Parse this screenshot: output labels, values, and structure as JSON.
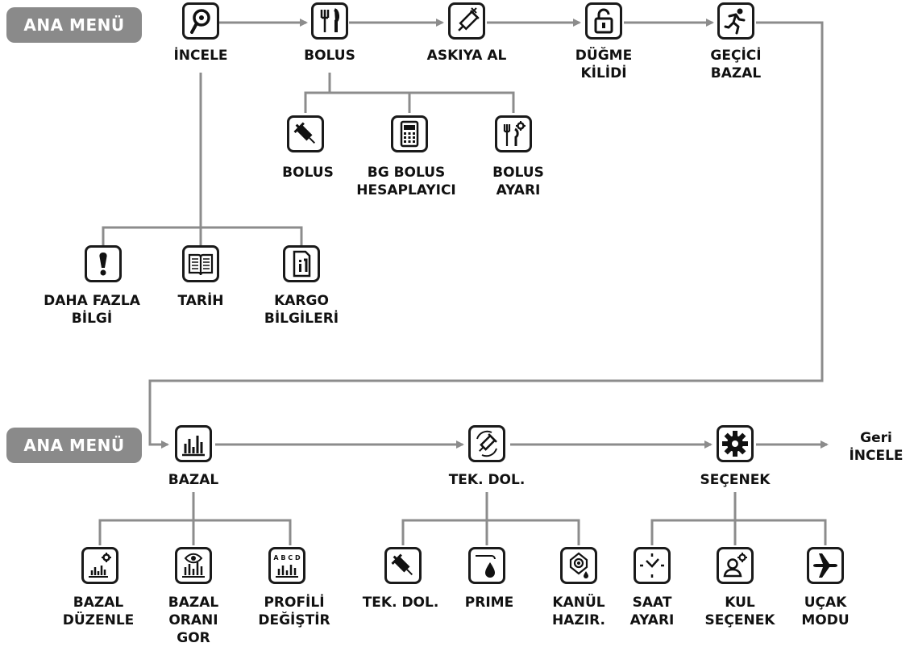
{
  "menus": [
    {
      "label": "ANA MENÜ"
    },
    {
      "label": "ANA MENÜ"
    }
  ],
  "row1": [
    {
      "icon": "magnifier-icon",
      "label": "İNCELE"
    },
    {
      "icon": "fork-knife-icon",
      "label": "BOLUS"
    },
    {
      "icon": "syringe-crossed-icon",
      "label": "ASKIYA AL"
    },
    {
      "icon": "padlock-icon",
      "label": "DÜĞME\nKİLİDİ"
    },
    {
      "icon": "runner-icon",
      "label": "GEÇİCİ\nBAZAL"
    }
  ],
  "bolus_children": [
    {
      "icon": "syringe-icon",
      "label": "BOLUS"
    },
    {
      "icon": "calculator-icon",
      "label": "BG BOLUS\nHESAPLAYICI"
    },
    {
      "icon": "fork-knife-gear-icon",
      "label": "BOLUS\nAYARI"
    }
  ],
  "incele_children": [
    {
      "icon": "exclamation-icon",
      "label": "DAHA FAZLA\nBİLGİ"
    },
    {
      "icon": "book-icon",
      "label": "TARİH"
    },
    {
      "icon": "info-icon",
      "label": "KARGO\nBİLGİLERİ"
    }
  ],
  "row2": [
    {
      "icon": "bar-chart-icon",
      "label": "BAZAL"
    },
    {
      "icon": "syringe-refill-icon",
      "label": "TEK. DOL."
    },
    {
      "icon": "gear-icon",
      "label": "SEÇENEK"
    }
  ],
  "bazal_children": [
    {
      "icon": "bar-chart-gear-icon",
      "label": "BAZAL\nDÜZENLE"
    },
    {
      "icon": "bar-chart-eye-icon",
      "label": "BAZAL\nORANI\nGOR"
    },
    {
      "icon": "bar-chart-abcd-icon",
      "label": "PROFİLİ\nDEĞİŞTİR",
      "icon_text": "A B C D"
    }
  ],
  "tekdol_children": [
    {
      "icon": "syringe-icon",
      "label": "TEK. DOL."
    },
    {
      "icon": "drop-icon",
      "label": "PRIME"
    },
    {
      "icon": "cannula-icon",
      "label": "KANÜL\nHAZIR."
    }
  ],
  "secenek_children": [
    {
      "icon": "clock-icon",
      "label": "SAAT\nAYARI"
    },
    {
      "icon": "user-gear-icon",
      "label": "KUL\nSEÇENEK"
    },
    {
      "icon": "airplane-icon",
      "label": "UÇAK\nMODU"
    }
  ],
  "back": {
    "label": "Geri\nİNCELE"
  },
  "colors": {
    "line": "#8c8c8c",
    "menu_pill": "#8a8a8a",
    "icon_border": "#1a1a1a"
  }
}
